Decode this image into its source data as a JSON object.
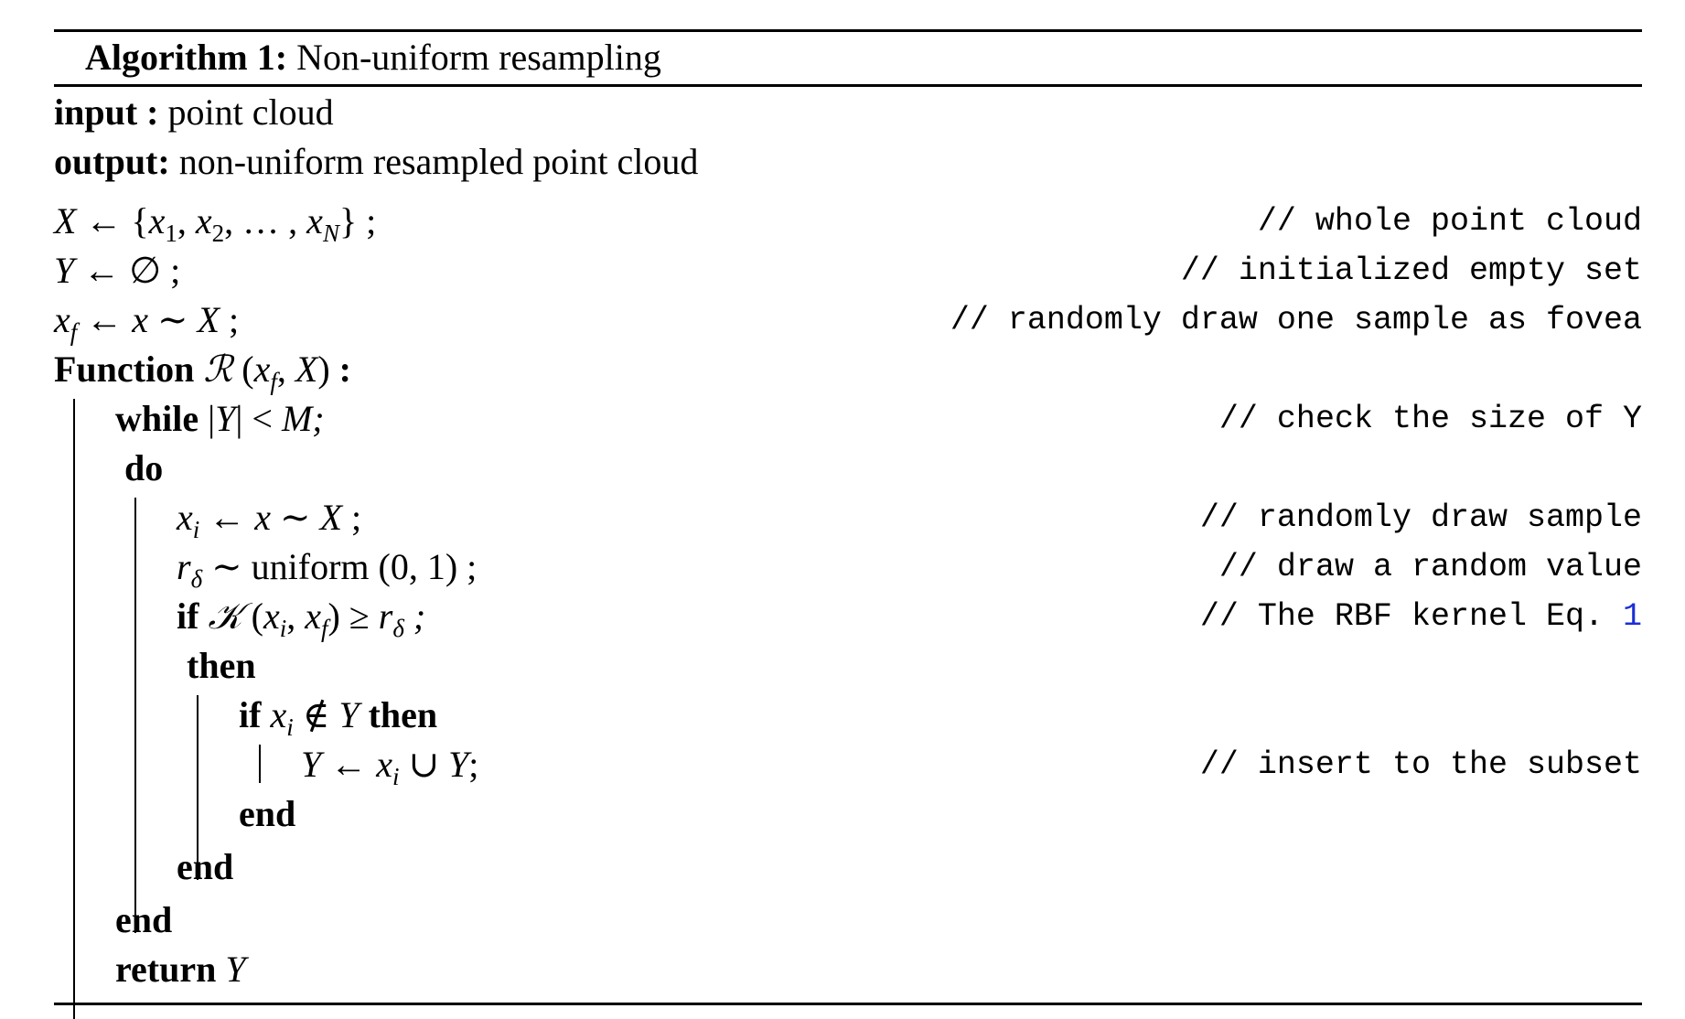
{
  "algorithm": {
    "label": "Algorithm 1:",
    "title": "Non-uniform resampling"
  },
  "io": {
    "input_label": "input",
    "input_colon": " :",
    "input_value": " point cloud",
    "output_label": "output:",
    "output_value": " non-uniform resampled point cloud"
  },
  "keywords": {
    "function": "Function",
    "while": "while",
    "do": "do",
    "if": "if",
    "then": "then",
    "end": "end",
    "return": "return",
    "uniform": "uniform"
  },
  "comments": {
    "whole_cloud": "// whole point cloud",
    "empty_set": "// initialized empty set",
    "fovea": "// randomly draw one sample as fovea",
    "check_size": "// check the size of Y",
    "draw_sample": "// randomly draw sample",
    "draw_value": "// draw a random value",
    "rbf_prefix": "// The RBF kernel Eq. ",
    "rbf_ref": "1",
    "insert": "// insert to the subset"
  }
}
